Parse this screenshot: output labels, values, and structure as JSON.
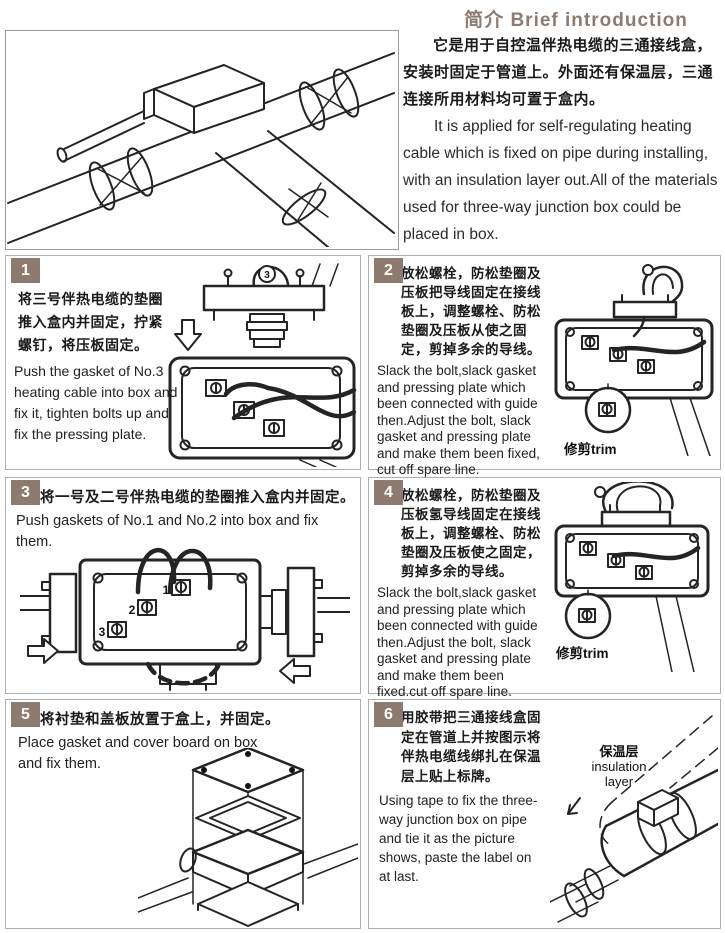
{
  "header": {
    "title": "简介 Brief introduction",
    "intro_zh": "它是用于自控温伴热电缆的三通接线盒，安装时固定于管道上。外面还有保温层，三通连接所用材料均可置于盒内。",
    "intro_en": "It is applied for self-regulating heating cable which is fixed on pipe during installing, with an insulation layer out.All of the materials used for three-way junction box could be placed in box."
  },
  "steps": [
    {
      "num": "1",
      "zh": "将三号伴热电缆的垫圈推入盒内并固定，拧紧螺钉，将压板固定。",
      "en": "Push the gasket of No.3 heating cable into box and fix it, tighten bolts up and fix the pressing plate.",
      "cable_label": "3"
    },
    {
      "num": "2",
      "zh": "放松螺栓，防松垫圈及压板把导线固定在接线板上，调整螺栓、防松垫圈及压板从使之固定，剪掉多余的导线。",
      "en": "Slack the bolt,slack gasket and pressing plate which been connected with guide then.Adjust the bolt, slack gasket and pressing plate and make them been fixed, cut off spare line.",
      "trim_label": "修剪trim"
    },
    {
      "num": "3",
      "zh": "将一号及二号伴热电缆的垫圈推入盒内并固定。",
      "en": "Push gaskets of No.1 and No.2 into box and fix them.",
      "terminal_labels": [
        "1",
        "2",
        "3"
      ]
    },
    {
      "num": "4",
      "zh": "放松螺栓，防松垫圈及压板氢导线固定在接线板上，调整螺栓、防松垫圈及压板使之固定，剪掉多余的导线。",
      "en": "Slack the bolt,slack gasket and pressing plate which been connected with guide then.Adjust the bolt, slack gasket and pressing plate and make them been fixed.cut off spare line.",
      "trim_label": "修剪trim"
    },
    {
      "num": "5",
      "zh": "将衬垫和盖板放置于盒上，并固定。",
      "en": "Place gasket and cover board on box and fix them."
    },
    {
      "num": "6",
      "zh": "用胶带把三通接线盒固定在管道上并按图示将伴热电缆线绑扎在保温层上贴上标牌。",
      "en": "Using tape to fix the three-way junction box on pipe and tie it as the picture shows, paste the label on at last.",
      "insulation_label_zh": "保温层",
      "insulation_label_en1": "insulation",
      "insulation_label_en2": "layer"
    }
  ],
  "colors": {
    "accent": "#8c7b6e",
    "panel_border": "#aeaeae",
    "text": "#1a1a1a"
  }
}
